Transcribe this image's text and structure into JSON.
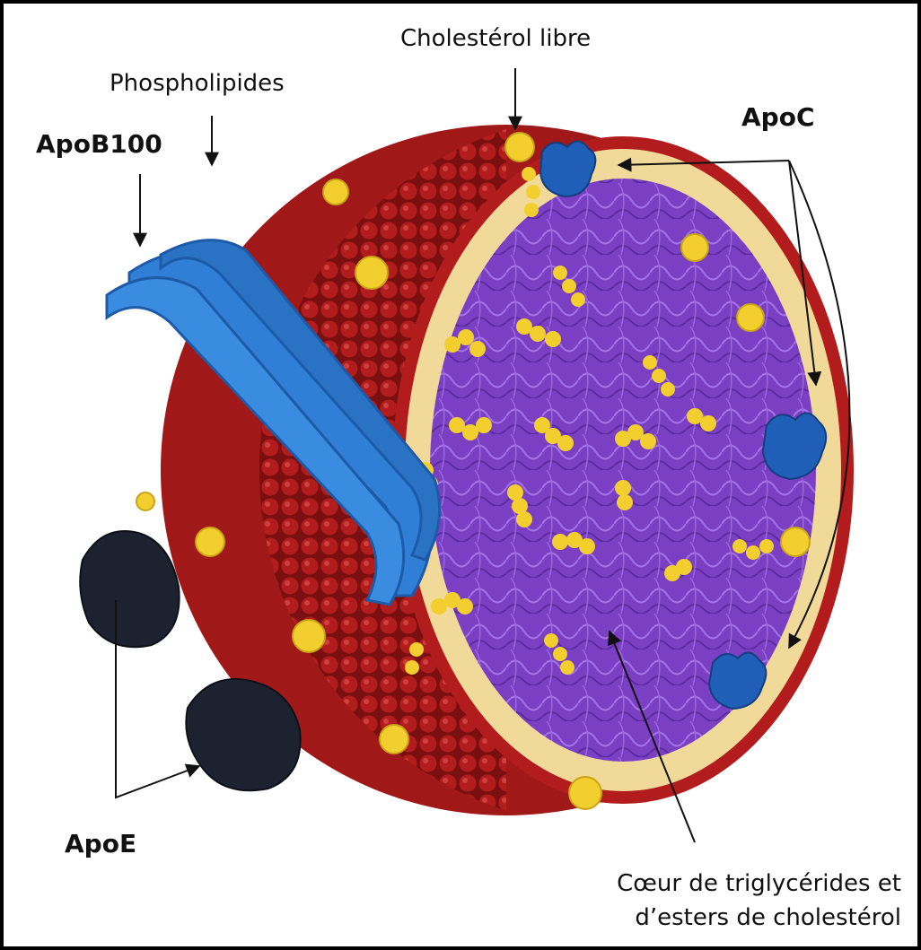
{
  "labels": {
    "cholesterol_libre": "Cholestérol libre",
    "phospholipides": "Phospholipides",
    "apob100": "ApoB100",
    "apoc": "ApoC",
    "apoe": "ApoE",
    "core_line1": "Cœur de triglycérides et",
    "core_line2": "d’esters de cholestérol"
  },
  "colors": {
    "frame": "#000000",
    "phospholipid_head": "#a01818",
    "phospholipid_head_dark": "#7a0f0f",
    "free_cholesterol": "#f2cf2e",
    "apob100": "#2f7fd6",
    "apoc": "#1f5fb8",
    "apoe": "#1d2230",
    "core": "#7b3fc4",
    "cutaway_layer": "#f1d99a",
    "text": "#111111"
  }
}
